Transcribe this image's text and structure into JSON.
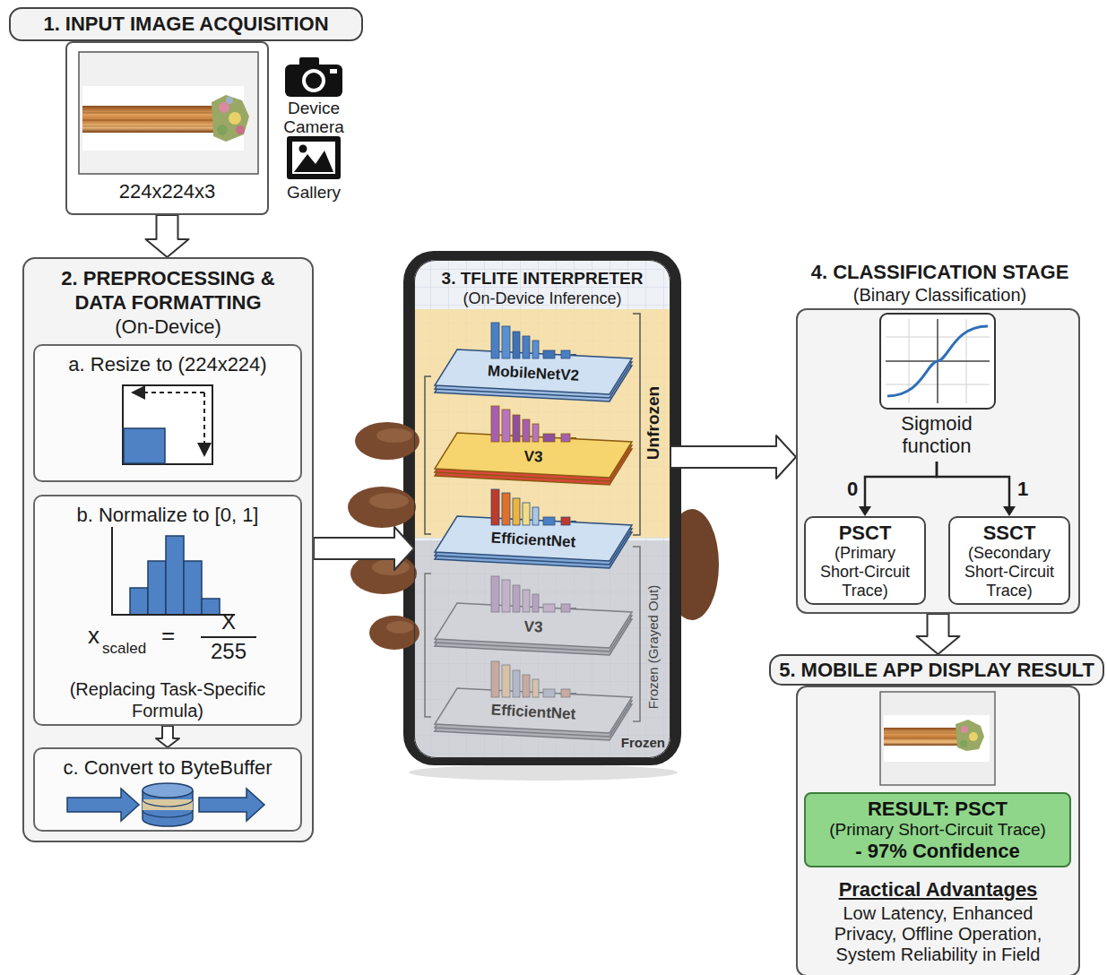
{
  "diagram": {
    "nodes": [
      {
        "text": [
          "1. INPUT IMAGE ACQUISITION"
        ]
      },
      {
        "text": [
          "224x224x3"
        ]
      },
      {
        "text": [
          "2. PREPROCESSING & DATA FORMATTING",
          "(On-Device)"
        ]
      },
      {
        "text": [
          "a. Resize to (224x224)"
        ],
        "in": 2
      },
      {
        "text": [
          "b. Normalize to [0, 1]",
          "(Replacing Task-Specific Formula)"
        ],
        "in": 2
      },
      {
        "text": [
          "c. Convert to ByteBuffer"
        ],
        "in": 2
      },
      {
        "text": [
          "3. TFLITE INTERPRETER",
          "(On-Device Inference)"
        ]
      },
      {
        "text": [
          "MobileNetV2"
        ],
        "in": 6
      },
      {
        "text": [
          "V3"
        ],
        "in": 6
      },
      {
        "text": [
          "EfficientNet"
        ],
        "in": 6
      },
      {
        "text": [
          "V3"
        ],
        "in": 6
      },
      {
        "text": [
          "EfficientNet"
        ],
        "in": 6
      },
      {
        "text": [
          "4. CLASSIFICATION STAGE",
          "(Binary Classification)"
        ]
      },
      {
        "text": [
          "Sigmoid function"
        ],
        "in": 12
      },
      {
        "text": [
          "PSCT",
          "(Primary Short-Circuit Trace)"
        ],
        "in": 12
      },
      {
        "text": [
          "SSCT",
          "(Secondary Short-Circuit Trace)"
        ],
        "in": 12
      },
      {
        "text": [
          "5. MOBILE APP DISPLAY RESULT"
        ]
      },
      {
        "text": [
          "Practical Advantages",
          "Low Latency, Enhanced Privacy, Offline Operation, System Reliability in Field"
        ]
      },
      {
        "text": [
          "RESULT: PSCT",
          "(Primary Short-Circuit Trace)",
          "- 97% Confidence"
        ],
        "in": 17
      }
    ],
    "edges": [
      {
        "from": 1,
        "to": 2,
        "arrow": "to"
      },
      {
        "from": 4,
        "to": 5,
        "arrow": "to"
      },
      {
        "from": 2,
        "to": 6,
        "arrow": "to"
      },
      {
        "from": 6,
        "to": 12,
        "arrow": "to"
      },
      {
        "from": 13,
        "to": 14,
        "label": "0",
        "arrow": "to"
      },
      {
        "from": 13,
        "to": 15,
        "label": "1",
        "arrow": "to"
      },
      {
        "from": 12,
        "to": 16,
        "arrow": "to"
      }
    ],
    "labels": [
      "Device Camera",
      "Gallery",
      "x",
      "scaled",
      "=",
      "X",
      "255",
      "Unfrozen",
      "Frozen (Grayed Out)",
      "Frozen"
    ]
  }
}
